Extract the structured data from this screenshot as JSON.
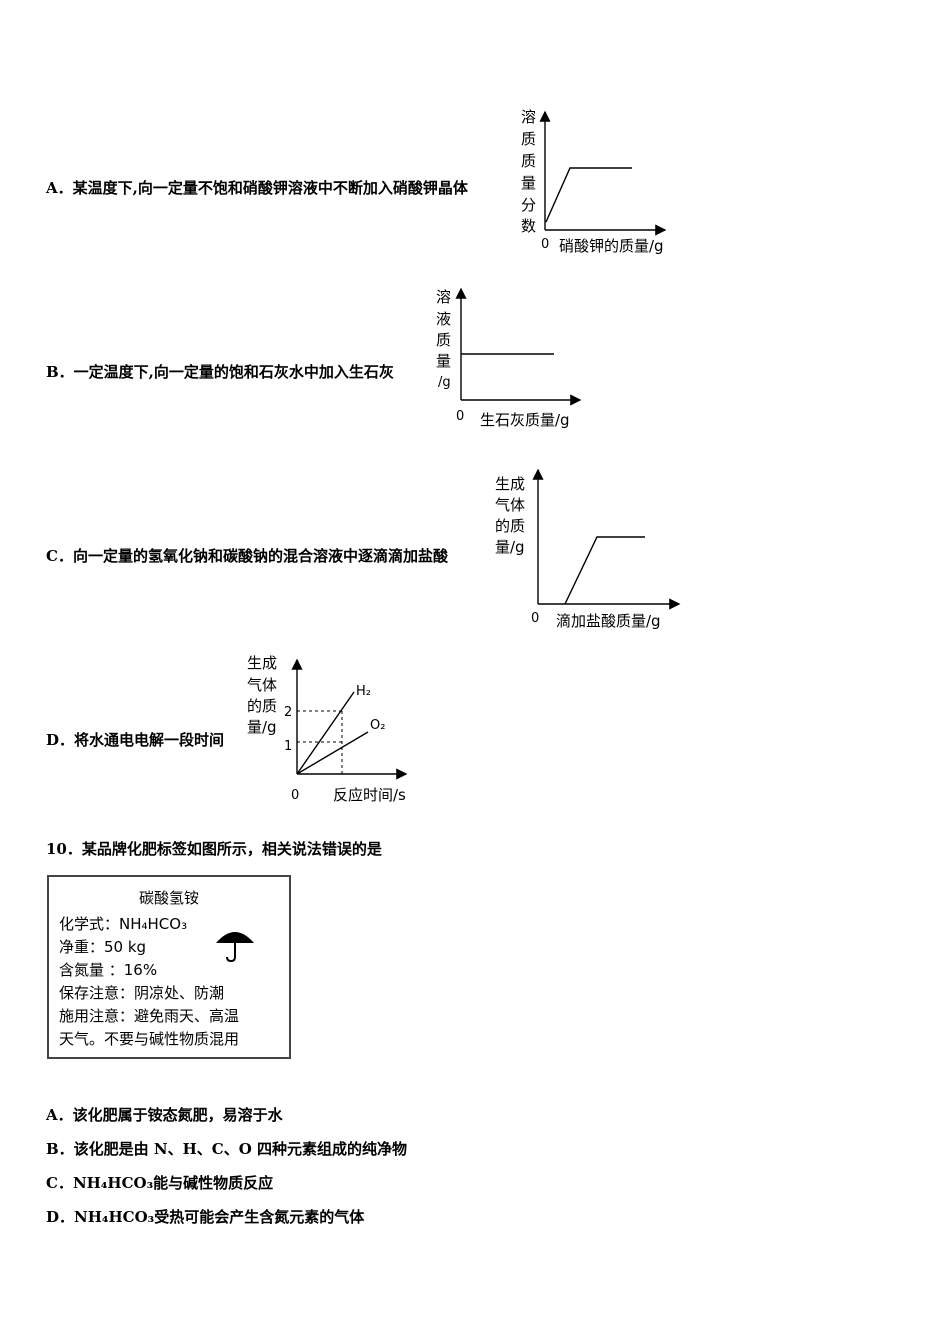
{
  "question9": {
    "options": [
      {
        "label": "A．某温度下,向一定量不饱和硝酸钾溶液中不断加入硝酸钾晶体"
      },
      {
        "label": "B．一定温度下,向一定量的饱和石灰水中加入生石灰"
      },
      {
        "label": "C．向一定量的氢氧化钠和碳酸钠的混合溶液中逐滴滴加盐酸"
      },
      {
        "label": "D．将水通电电解一段时间"
      }
    ]
  },
  "chart_data": [
    {
      "type": "line",
      "ylabel_chars": [
        "溶",
        "质",
        "质",
        "量",
        "分",
        "数"
      ],
      "xlabel": "硝酸钾的质量/g",
      "origin": "0",
      "series": [
        {
          "shape": "rise-then-flat",
          "starts_above_zero": true
        }
      ]
    },
    {
      "type": "line",
      "ylabel_chars": [
        "溶",
        "液",
        "质",
        "量",
        "/g"
      ],
      "xlabel": "生石灰质量/g",
      "origin": "0",
      "series": [
        {
          "shape": "constant"
        }
      ]
    },
    {
      "type": "line",
      "ylabel_lines": [
        "生成",
        "气体",
        "的质",
        "量/g"
      ],
      "xlabel": "滴加盐酸质量/g",
      "origin": "0",
      "series": [
        {
          "shape": "delayed-rise-then-flat"
        }
      ]
    },
    {
      "type": "line",
      "ylabel_lines": [
        "生成",
        "气体",
        "的质",
        "量/g"
      ],
      "xlabel": "反应时间/s",
      "origin": "0",
      "yticks": [
        "1",
        "2"
      ],
      "series": [
        {
          "name": "H₂",
          "y_at_marker": 2
        },
        {
          "name": "O₂",
          "y_at_marker": 1
        }
      ]
    }
  ],
  "question10": {
    "stem": "10．某品牌化肥标签如图所示，相关说法错误的是",
    "label": {
      "title": "碳酸氢铵",
      "lines": [
        "化学式：NH₄HCO₃",
        "净重：50 kg",
        "含氮量 ：16%",
        "保存注意：阴凉处、防潮",
        "施用注意：避免雨天、高温",
        "天气。不要与碱性物质混用"
      ],
      "icon": "umbrella-icon"
    },
    "options": [
      "A．该化肥属于铵态氮肥，易溶于水",
      "B．该化肥是由 N、H、C、O 四种元素组成的纯净物",
      "C．NH₄HCO₃能与碱性物质反应",
      "D．NH₄HCO₃受热可能会产生含氮元素的气体"
    ]
  }
}
